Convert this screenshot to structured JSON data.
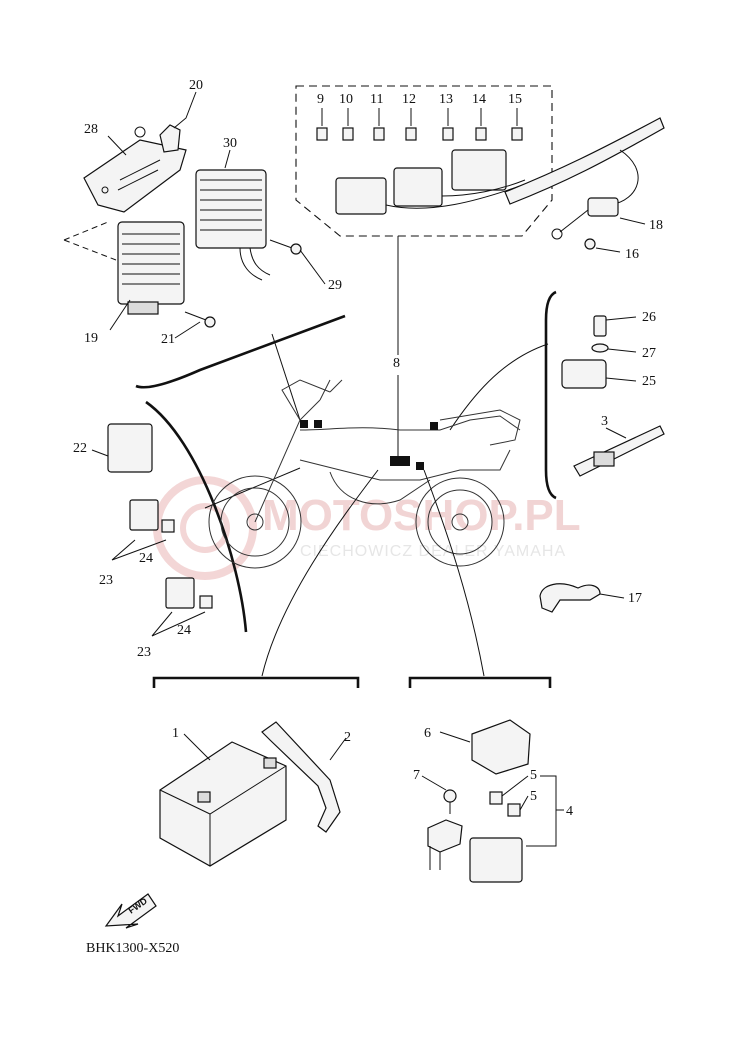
{
  "diagram": {
    "code": "BHK1300-X520",
    "fwd_label": "FWD",
    "watermark": "MOTOSHOP.PL",
    "watermark_sub": "CIECHOWICZ DEALER YAMAHA",
    "callouts": {
      "c1": "1",
      "c2": "2",
      "c3": "3",
      "c4": "4",
      "c5a": "5",
      "c5b": "5",
      "c6": "6",
      "c7": "7",
      "c8": "8",
      "c9": "9",
      "c10": "10",
      "c11": "11",
      "c12": "12",
      "c13": "13",
      "c14": "14",
      "c15": "15",
      "c16": "16",
      "c17": "17",
      "c18": "18",
      "c19": "19",
      "c20": "20",
      "c21": "21",
      "c22": "22",
      "c23a": "23",
      "c23b": "23",
      "c24a": "24",
      "c24b": "24",
      "c25": "25",
      "c26": "26",
      "c27": "27",
      "c28": "28",
      "c29": "29",
      "c30": "30"
    }
  }
}
